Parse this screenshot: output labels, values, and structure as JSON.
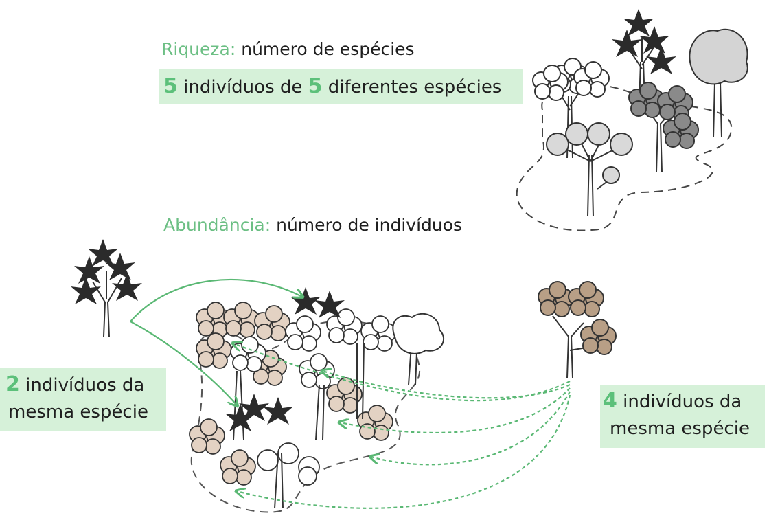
{
  "richness": {
    "term": "Riqueza:",
    "definition": "número de espécies",
    "count_a": "5",
    "mid": "indivíduos de",
    "count_b": "5",
    "tail": "diferentes espécies"
  },
  "abundance": {
    "term": "Abundância:",
    "definition": "número de indivíduos"
  },
  "left_label": {
    "count": "2",
    "line1": "indivíduos da",
    "line2": "mesma espécie"
  },
  "right_label": {
    "count": "4",
    "line1": "indivíduos da",
    "line2": "mesma espécie"
  },
  "colors": {
    "green_text": "#6cbf84",
    "highlight": "#d6f1d9",
    "arrow": "#5ab874",
    "dark_tree": "#2b2b2b",
    "gray_tree": "#8a8a8a",
    "light_gray_tree": "#d4d4d4",
    "beige_tree": "#e3d2c3",
    "tan_tree": "#b89f86"
  }
}
